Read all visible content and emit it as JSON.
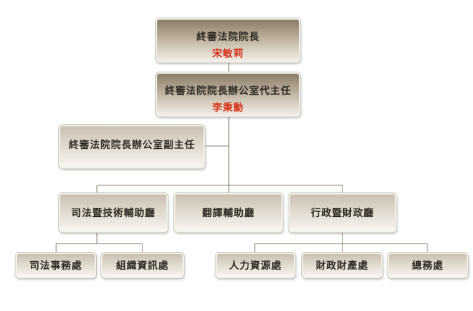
{
  "president": {
    "title": "終審法院院長",
    "name": "宋敏莉"
  },
  "office_head": {
    "title": "終審法院院長辦公室代主任",
    "name": "李秉勳"
  },
  "office_deputy": {
    "title": "終審法院院長辦公室副主任"
  },
  "departments": [
    {
      "label": "司法暨技術輔助廳"
    },
    {
      "label": "翻譯輔助廳"
    },
    {
      "label": "行政暨財政廳"
    }
  ],
  "divisions": [
    {
      "label": "司法事務處"
    },
    {
      "label": "組織資訊處"
    },
    {
      "label": "人力資源處"
    },
    {
      "label": "財政財產處"
    },
    {
      "label": "總務處"
    }
  ]
}
